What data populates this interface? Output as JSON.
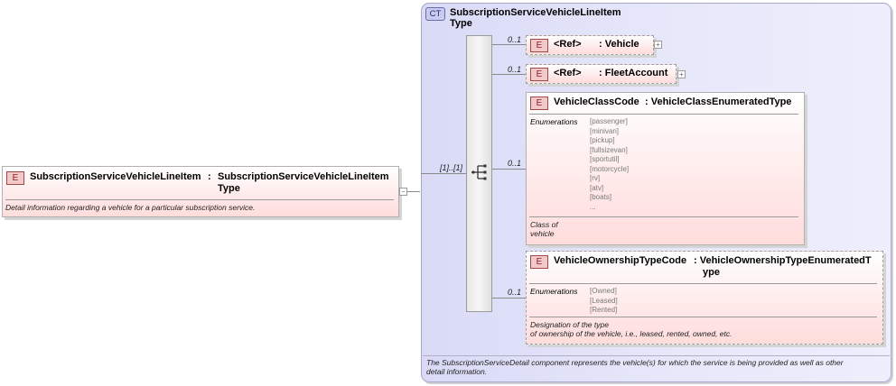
{
  "root_element": {
    "badge": "E",
    "name": "SubscriptionServiceVehicleLineItem",
    "sep": ":",
    "type_line1": "SubscriptionServiceVehicleLineItem",
    "type_line2": "Type",
    "doc": "Detail information regarding a vehicle for a particular subscription service."
  },
  "complex_type": {
    "badge": "CT",
    "title_line1": "SubscriptionServiceVehicleLineItem",
    "title_line2": "Type",
    "doc_line1": "The SubscriptionServiceDetail component represents the vehicle(s) for which the service is being provided as well as other",
    "doc_line2": "detail information."
  },
  "sequence": {
    "cardinality": "[1]..[1]"
  },
  "children": [
    {
      "badge": "E",
      "ref": "<Ref>",
      "name": ": Vehicle",
      "cardinality": "0..1",
      "expander": "+"
    },
    {
      "badge": "E",
      "ref": "<Ref>",
      "name": ": FleetAccount",
      "cardinality": "0..1",
      "expander": "+"
    },
    {
      "badge": "E",
      "name": "VehicleClassCode",
      "type": ": VehicleClassEnumeratedType",
      "cardinality": "0..1",
      "enum_label": "Enumerations",
      "enums": [
        "[passenger]",
        "[minivan]",
        "[pickup]",
        "[fullsizevan]",
        "[sportutil]",
        "[motorcycle]",
        "[rv]",
        "[atv]",
        "[boats]",
        "..."
      ],
      "doc_line1": "Class of",
      "doc_line2": "vehicle"
    },
    {
      "badge": "E",
      "name": "VehicleOwnershipTypeCode",
      "type_line1": ": VehicleOwnershipTypeEnumeratedT",
      "type_line2": "ype",
      "cardinality": "0..1",
      "enum_label": "Enumerations",
      "enums": [
        "[Owned]",
        "[Leased]",
        "[Rented]"
      ],
      "doc_line1": "Designation of the type",
      "doc_line2": "of ownership of the vehicle, i.e., leased, rented, owned, etc."
    }
  ],
  "colors": {
    "element_fill": "#ffdcdc",
    "element_badge": "#f2c8c8",
    "complex_type_fill": "#dfe0f7",
    "complex_type_badge": "#c9cbef",
    "connector": "#8a8a8a"
  },
  "icons": {
    "sequence": "sequence-compositor-icon",
    "expand": "expand-plus-icon",
    "collapse": "collapse-minus-icon"
  }
}
